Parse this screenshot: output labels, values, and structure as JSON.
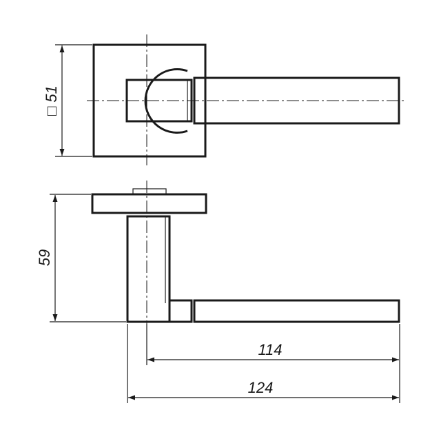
{
  "dimensions": {
    "rosette_square": {
      "symbol": "□",
      "value": "51"
    },
    "height": "59",
    "lever_length": "114",
    "total_length": "124"
  }
}
